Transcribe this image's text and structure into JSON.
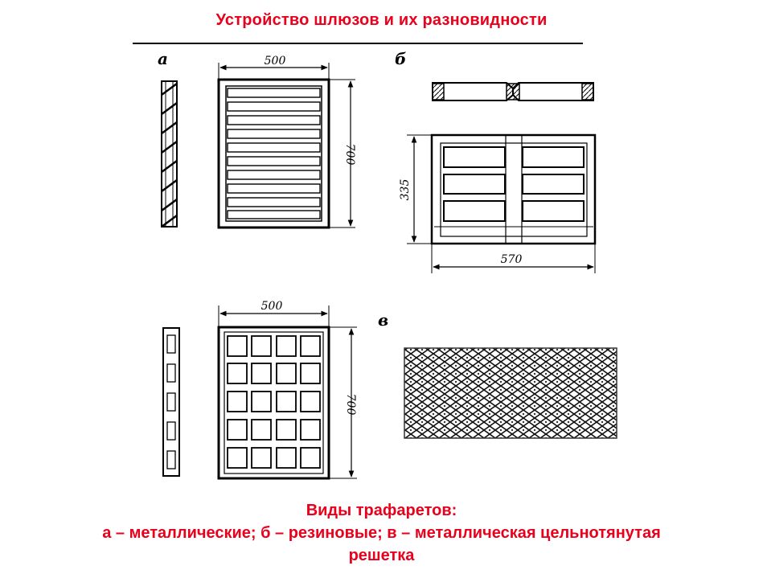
{
  "title": "Устройство шлюзов и их разновидности",
  "labels": {
    "a": "а",
    "b": "б",
    "v": "в"
  },
  "dimensions": {
    "a_width": "500",
    "a_height": "700",
    "b_height": "335",
    "b_width": "570",
    "v_width": "500",
    "v_height": "700"
  },
  "caption": {
    "line1": "Виды трафаретов:",
    "line2": "а – металлические; б – резиновые; в – металлическая цельнотянутая",
    "line3": "решетка"
  }
}
